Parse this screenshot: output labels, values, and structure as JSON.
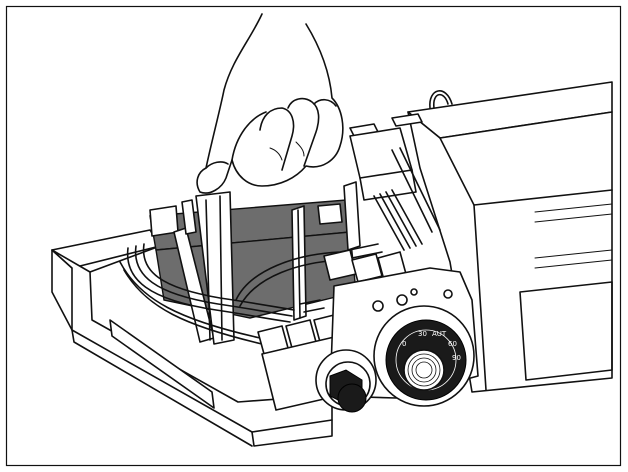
{
  "thermostat_dial": {
    "markings": [
      "0",
      "30",
      "AUT",
      "60",
      "90"
    ]
  },
  "colors": {
    "line": "#111111",
    "background": "#ffffff",
    "module_fill": "#6d6d6d",
    "knob_fill": "#1a1a1a"
  }
}
